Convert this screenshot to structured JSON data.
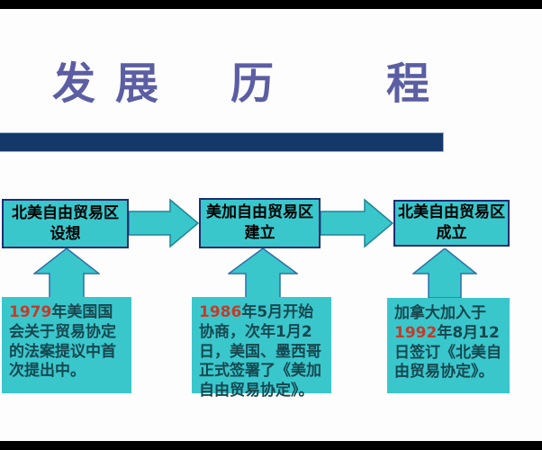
{
  "slide": {
    "title": {
      "text": "发展历程",
      "chars": [
        "发",
        "展",
        "历",
        "程"
      ]
    },
    "flow": {
      "stages": [
        {
          "line1": "北美自由贸易区",
          "line2": "设想"
        },
        {
          "line1": "美加自由贸易区",
          "line2": "建立"
        },
        {
          "line1": "北美自由贸易区",
          "line2": "成立"
        }
      ],
      "notes": [
        {
          "pre": "",
          "year": "1979",
          "post": "年美国国会关于贸易协定的法案提议中首次提出中。"
        },
        {
          "pre": "",
          "year": "1986",
          "post": "年5月开始协商，次年1月2日，美国、墨西哥正式签署了《美加自由贸易协定》。"
        },
        {
          "pre": "加拿大加入于",
          "year": "1992",
          "post": "年8月12日签订《北美自由贸易协定》。"
        }
      ]
    },
    "colors": {
      "background": "#fdfdfd",
      "letterbox": "#000000",
      "title_text": "#5c5ea3",
      "divider_bar": "#15386b",
      "box_fill": "#39c7cc",
      "box_border": "#1e2d72",
      "arrow_right_outline": "#1d8595",
      "arrow_up_outline": "#2f6ea6",
      "note_text": "#17474f",
      "year_highlight": "#c43b2a"
    }
  }
}
